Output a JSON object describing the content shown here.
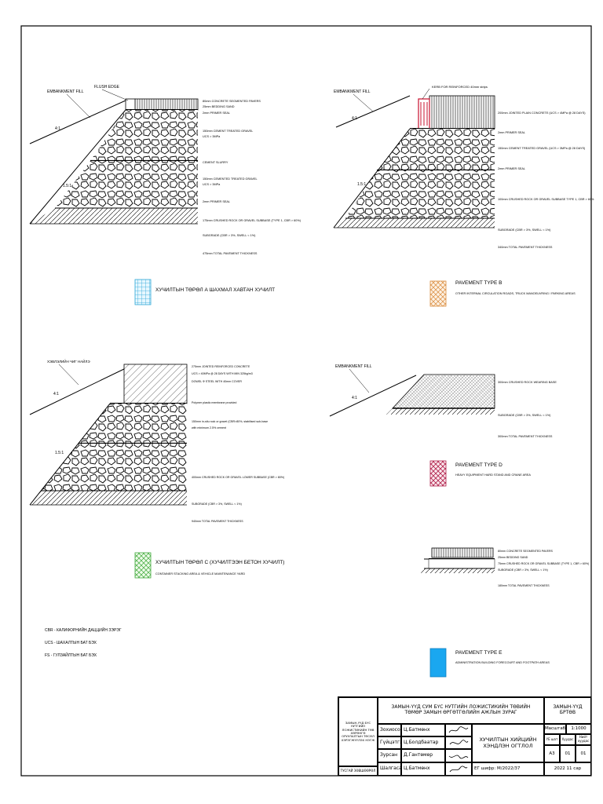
{
  "sectionA": {
    "fill_label": "EMBANKMENT FILL",
    "curb_label": "FLUSH EDGE",
    "slope1": "4:1",
    "slope2": "1.5:1",
    "layers": [
      "80mm CONCRETE SEGMENTED PAVERS",
      "25mm BEDDING SAND",
      "2mm PRIMER SEAL",
      "150mm CEMENT TREATED GRAVEL",
      "UCS > 3MPa",
      "CEMENT SLURRY",
      "150mm CEMENTED TREATED GRAVEL",
      "UCS > 3MPa",
      "2mm PRIMER SEAL",
      "175mm CRUSHED ROCK OR GRAVEL SUBBASE (TYPE 1, CBR > 60%)",
      "SUBGRADE (CBR > 3%, SWELL < 1%)",
      "475mm TOTAL PAVEMENT THICKNESS"
    ]
  },
  "sectionB": {
    "fill_label": "EMBANKMENT FILL",
    "kerb_label": "KERB FOR REINFORCED 40mm strips",
    "slope1": "4:1",
    "slope2": "1.5:1",
    "layers": [
      "200mm JOINTED PLAIN CONCRETE (UCS > 4MPa @ 28 DAYS)",
      "2mm PRIMER SEAL",
      "150mm CEMENT TREATED GRAVEL (UCS > 3MPa @ 28 DAYS)",
      "2mm PRIMER SEAL",
      "100mm CRUSHED ROCK OR GRAVEL SUBBASE TYPE 1, CBR > 60%",
      "SUBGRADE (CBR > 3%, SWELL < 1%)",
      "340mm TOTAL PAVEMENT THICKNESS"
    ]
  },
  "sectionC": {
    "fill_label": "ХЭВЛЭЛИЙН ЧИГ НАЙЛЭ",
    "slope1": "4:1",
    "slope2": "1.5:1",
    "layers": [
      "275mm JOINTED REINFORCED CONCRETE",
      "UCS > 40MPa @ 28 DAYS WITH MIN 325kg/m3",
      "DOWEL Ф STEEL WITH 40mm COVER",
      "Polymer plastic membrane provided",
      "150mm in-situ rock or gravel (CBR>80%, stabilised sub-base",
      "with minimum 2.5% cement",
      "400mm CRUSHED ROCK OR GRAVEL LOWER SUBBASE (CBR > 80%)",
      "SUBGRADE (CBR > 3%, SWELL < 1%)",
      "940mm TOTAL PAVEMENT THICKNESS"
    ]
  },
  "sectionD": {
    "fill_label": "EMBANKMENT FILL",
    "slope1": "4:1",
    "layers": [
      "300mm CRUSHED ROCK WEARING BASE",
      "SUBGRADE (CBR > 3%, SWELL < 1%)",
      "300mm TOTAL PAVEMENT THICKNESS"
    ]
  },
  "sectionE": {
    "layers": [
      "80mm CONCRETE SEGMENTED PAVERS",
      "25mm BEDDING SAND",
      "75mm CRUSHED ROCK OR GRAVEL SUBBASE (TYPE 1, CBR > 60%)",
      "SUBGRADE (CBR > 3%, SWELL < 1%)",
      "180mm TOTAL PAVEMENT THICKNESS"
    ]
  },
  "legends": {
    "a": {
      "title": "ХУЧИЛТЫН ТӨРӨЛ А ШАХМАЛ ХАВТАН ХУЧИЛТ",
      "subtitle": ""
    },
    "b": {
      "title": "PAVEMENT TYPE B",
      "subtitle": "OTHER INTERNAL CIRCULATION ROADS, TRUCK MANOEUVRING / PARKING AREAS"
    },
    "c": {
      "title": "ХУЧИЛТЫН ТӨРӨЛ С (ХУЧИЛТЭЭН БЕТОН ХУЧИЛТ)",
      "subtitle": "CONTAINER STACKING AREA & VEHICLE MAINTENANCE YARD"
    },
    "d": {
      "title": "PAVEMENT TYPE D",
      "subtitle": "HEAVY EQUIPMENT HARD STAND AND CRANE AREA"
    },
    "e": {
      "title": "PAVEMENT TYPE E",
      "subtitle": "ADMINISTRATION BUILDING FORECOURT AND FOOTPATH AREAS"
    }
  },
  "notes": [
    "CBR - КАЛИФОРНИЙН ДАЦЦИЙН ЗЭРЭГ",
    "UCS - ШАХАЛТЫН БАТ БЭХ",
    "FS - ГУЛЗАЙЛТЫН БАТ БЭХ"
  ],
  "title_block": {
    "project_line1": "ЗАМЫН-ҮҮД СУМ БҮС НУТГИЙН ЛОЖИСТИКИЙН ТӨВИЙН",
    "project_line2": "ТӨМӨР ЗАМЫН ӨРГӨТГӨЛИЙН АЖЛЫН ЗУРАГ",
    "company_line1": "ЗАМЫН-ҮҮД",
    "company_line2": "БРТӨВ",
    "roles": [
      "Зохиосон",
      "Гүйцэтгэсэн",
      "Зурсан",
      "Шалгасан"
    ],
    "names": [
      "Ц.Батмөнх",
      "Ц.Болдбаатар",
      "Д.Гантөмөр",
      "Ц.Батмөнх"
    ],
    "left_note": "ЗАМЫН-ҮҮД БҮС НУТГИЙН ЛОЖИСТИКИЙН ТӨВ ХӨРӨНГӨ ОРУУЛАЛТЫН ТӨСӨЛ ХЭРЭГЖҮҮЛЭХ НЭГЖ",
    "left_bottom": "ТУСГАЙ ЗӨВШӨӨРӨЛ",
    "drawing_title_line1": "ХУЧИЛТЫН ХИЙЦИЙН",
    "drawing_title_line2": "ХЭНДЛЭН ОГТЛОЛ",
    "scale_label": "Масштаб",
    "scale_value": "1:1000",
    "sheet_headers": [
      "ҮЕ шат",
      "Хуудас",
      "Нийт хуудас"
    ],
    "sheet_values": [
      "А3",
      "01",
      "01"
    ],
    "code": "ЕГ шифр: М/2022/37",
    "date": "2022 11 сар"
  }
}
